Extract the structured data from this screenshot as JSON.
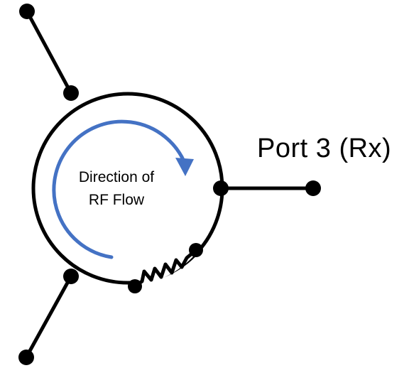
{
  "labels": {
    "port3": "Port 3 (Rx)",
    "flow_line1": "Direction of",
    "flow_line2": "RF Flow"
  },
  "colors": {
    "line": "#000000",
    "arrow": "#4472C4",
    "background": "#ffffff"
  }
}
